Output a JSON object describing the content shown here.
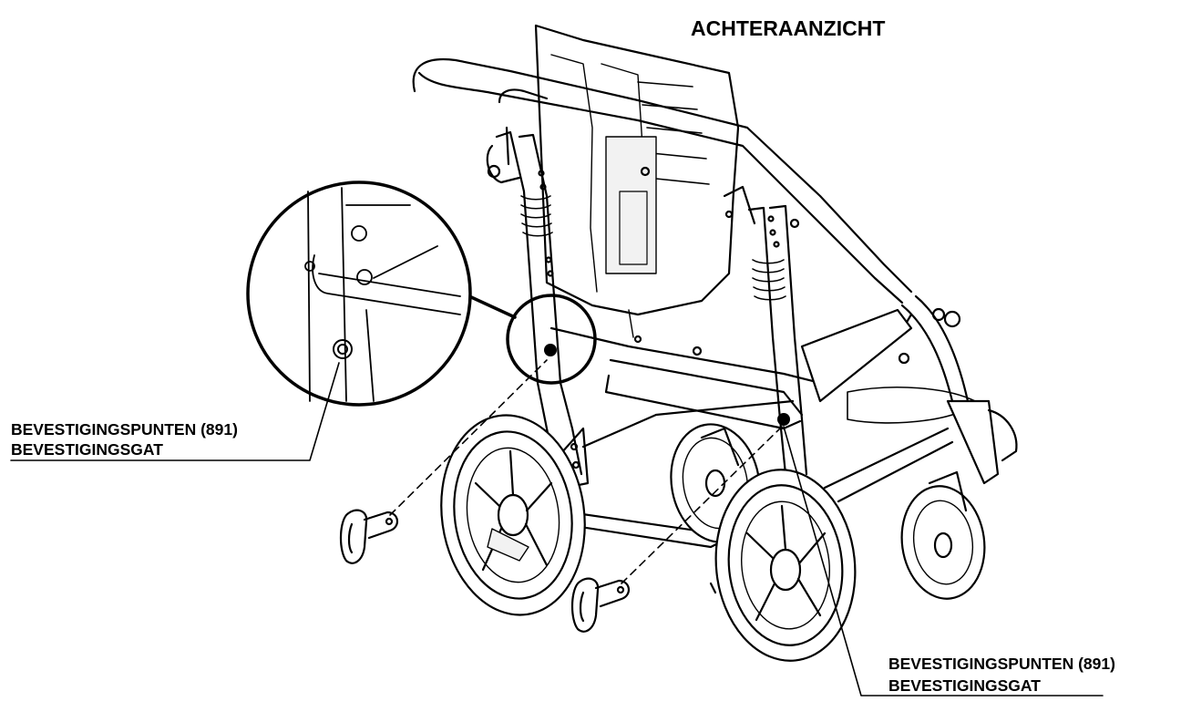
{
  "diagram": {
    "title": "ACHTERAANZICHT",
    "callout_left": {
      "line1": "BEVESTIGINGSPUNTEN (891)",
      "line2": "BEVESTIGINGSGAT"
    },
    "callout_right": {
      "line1": "BEVESTIGINGSPUNTEN (891)",
      "line2": "BEVESTIGINGSGAT"
    },
    "colors": {
      "ink": "#000000",
      "paper": "#ffffff",
      "shade": "#f2f2f2"
    }
  }
}
